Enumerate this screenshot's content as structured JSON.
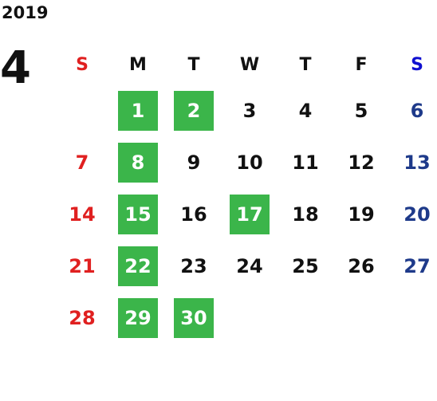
{
  "year": "2019",
  "month": "4",
  "weekdays": [
    {
      "label": "S",
      "color": "#e02020"
    },
    {
      "label": "M",
      "color": "#111111"
    },
    {
      "label": "T",
      "color": "#111111"
    },
    {
      "label": "W",
      "color": "#111111"
    },
    {
      "label": "T",
      "color": "#111111"
    },
    {
      "label": "F",
      "color": "#111111"
    },
    {
      "label": "S",
      "color": "#1010d0"
    }
  ],
  "weeks": [
    [
      null,
      {
        "d": "1",
        "h": true
      },
      {
        "d": "2",
        "h": true
      },
      {
        "d": "3"
      },
      {
        "d": "4"
      },
      {
        "d": "5"
      },
      {
        "d": "6"
      }
    ],
    [
      {
        "d": "7"
      },
      {
        "d": "8",
        "h": true
      },
      {
        "d": "9"
      },
      {
        "d": "10"
      },
      {
        "d": "11"
      },
      {
        "d": "12"
      },
      {
        "d": "13"
      }
    ],
    [
      {
        "d": "14"
      },
      {
        "d": "15",
        "h": true
      },
      {
        "d": "16"
      },
      {
        "d": "17",
        "h": true
      },
      {
        "d": "18"
      },
      {
        "d": "19"
      },
      {
        "d": "20"
      }
    ],
    [
      {
        "d": "21"
      },
      {
        "d": "22",
        "h": true
      },
      {
        "d": "23"
      },
      {
        "d": "24"
      },
      {
        "d": "25"
      },
      {
        "d": "26"
      },
      {
        "d": "27"
      }
    ],
    [
      {
        "d": "28"
      },
      {
        "d": "29",
        "h": true
      },
      {
        "d": "30",
        "h": true
      },
      null,
      null,
      null,
      null
    ]
  ],
  "colors": {
    "sunday": "#e02020",
    "saturday": "#1e3a8a",
    "weekday": "#111111",
    "holiday_bg": "#3bb54a",
    "holiday_text": "#ffffff"
  }
}
